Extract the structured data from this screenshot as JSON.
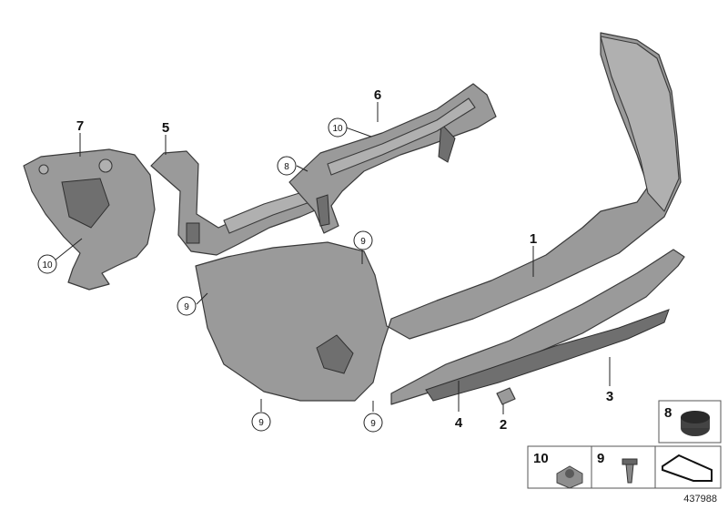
{
  "callouts": {
    "c1": "1",
    "c2": "2",
    "c3": "3",
    "c4": "4",
    "c5": "5",
    "c6": "6",
    "c7": "7",
    "c8": "8",
    "c9": "9",
    "c10": "10"
  },
  "legend": {
    "item8": "8",
    "item10": "10",
    "item9": "9"
  },
  "diagram_id": "437988"
}
